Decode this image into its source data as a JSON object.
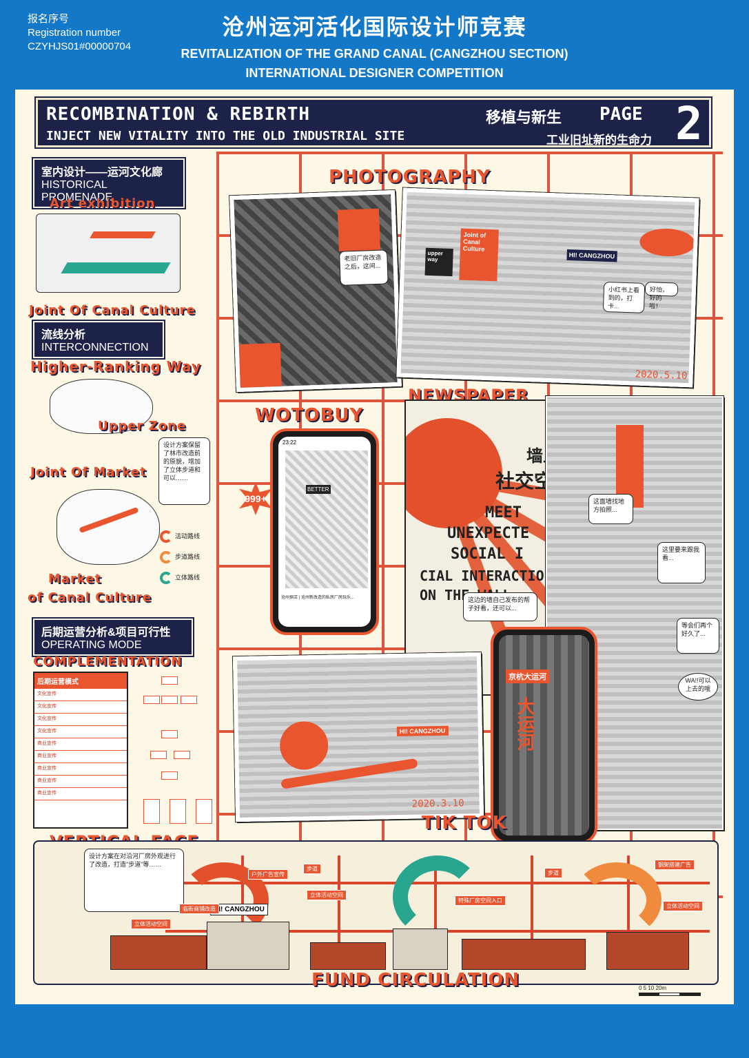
{
  "header": {
    "reg_label_cn": "报名序号",
    "reg_label_en": "Registration number",
    "reg_number": "CZYHJS01#00000704",
    "title_cn": "沧州运河活化国际设计师竞赛",
    "title_en_line1": "REVITALIZATION OF THE GRAND CANAL (CANGZHOU SECTION)",
    "title_en_line2": "INTERNATIONAL DESIGNER COMPETITION"
  },
  "banner": {
    "title": "RECOMBINATION & REBIRTH",
    "subtitle": "INJECT NEW VITALITY INTO THE OLD INDUSTRIAL SITE",
    "title_cn": "移植与新生",
    "subtitle_cn": "工业旧址新的生命力",
    "page_label": "PAGE",
    "page_number": "2"
  },
  "sections": {
    "interior_cn": "室内设计——运河文化廊",
    "interior_en": "HISTORICAL PROMENADE",
    "flow_cn": "流线分析",
    "flow_en": "INTERCONNECTION",
    "operate_cn": "后期运营分析&项目可行性",
    "operate_en": "OPERATING MODE"
  },
  "labels": {
    "art_exhibition": "Art exhibition",
    "joint_canal": "Joint Of Canal Culture",
    "higher_ranking": "Higher-Ranking Way",
    "upper_zone": "Upper Zone",
    "joint_market": "Joint Of Market",
    "market": "Market",
    "of_canal": "of Canal Culture",
    "complementation": "COMPLEMENTATION",
    "photography": "PHOTOGRAPHY",
    "wotobuy": "WOTOBUY",
    "newspaper": "NEWSPAPER",
    "tiktok": "TIK TOK",
    "vertical_face": "VERTICAL FACE",
    "fund_circulation": "FUND CIRCULATION"
  },
  "legend": {
    "item1": "活动路线",
    "item2": "步道路线",
    "item3": "立体路线"
  },
  "operating_table": {
    "header": "后期运营模式",
    "rows": [
      "文化宣传",
      "文化宣传",
      "文化宣传",
      "文化宣传",
      "商业宣传",
      "商业宣传",
      "商业宣传",
      "商业宣传",
      "商业宣传"
    ]
  },
  "newspaper_text": {
    "cn1": "墙上",
    "cn2": "社交空",
    "en1": "MEET",
    "en2": "UNEXPECTE",
    "en3": "SOCIAL I",
    "en4": "CIAL INTERACTIO",
    "en5": "ON THE WALL"
  },
  "photo_text": {
    "hi_cangzhou": "HI! CANGZHOU",
    "joint_of_canal": "Joint of Canal Culture",
    "upper_way": "upper way",
    "date1": "2020.5.10",
    "date2": "2020.3.10",
    "phone_time": "23:22",
    "badge_999": "999+",
    "better": "BETTER",
    "jinghang": "京杭大运河",
    "big_canal": "大运河"
  },
  "bubbles": {
    "b1": "老旧厂房改造之后，这间...",
    "b2": "小红书上看到的，打卡...",
    "b3": "好怕，好的啦！",
    "b4": "这面墙找地方拍照...",
    "b5": "这里要来跟我看...",
    "b6": "等会们再个好久了...",
    "b7": "WA!!可以上去的哦",
    "b8": "这边的墙自己发布的帮子好看，还可以..."
  },
  "elevation_tags": {
    "t1": "户外广告宣传",
    "t2": "步道",
    "t3": "立体活动空间",
    "t4": "临街商铺改造",
    "t5": "立体活动空间",
    "t6": "特殊厂房空间入口",
    "t7": "步道",
    "t8": "钢架搭建广告",
    "t9": "立体活动空间"
  },
  "scale": {
    "labels": "0    5    10         20m"
  },
  "colors": {
    "brand_blue": "#1478c8",
    "navy": "#1c2248",
    "accent_orange": "#e8552e",
    "cream": "#fdf7e6",
    "teal": "#2aa58f"
  }
}
